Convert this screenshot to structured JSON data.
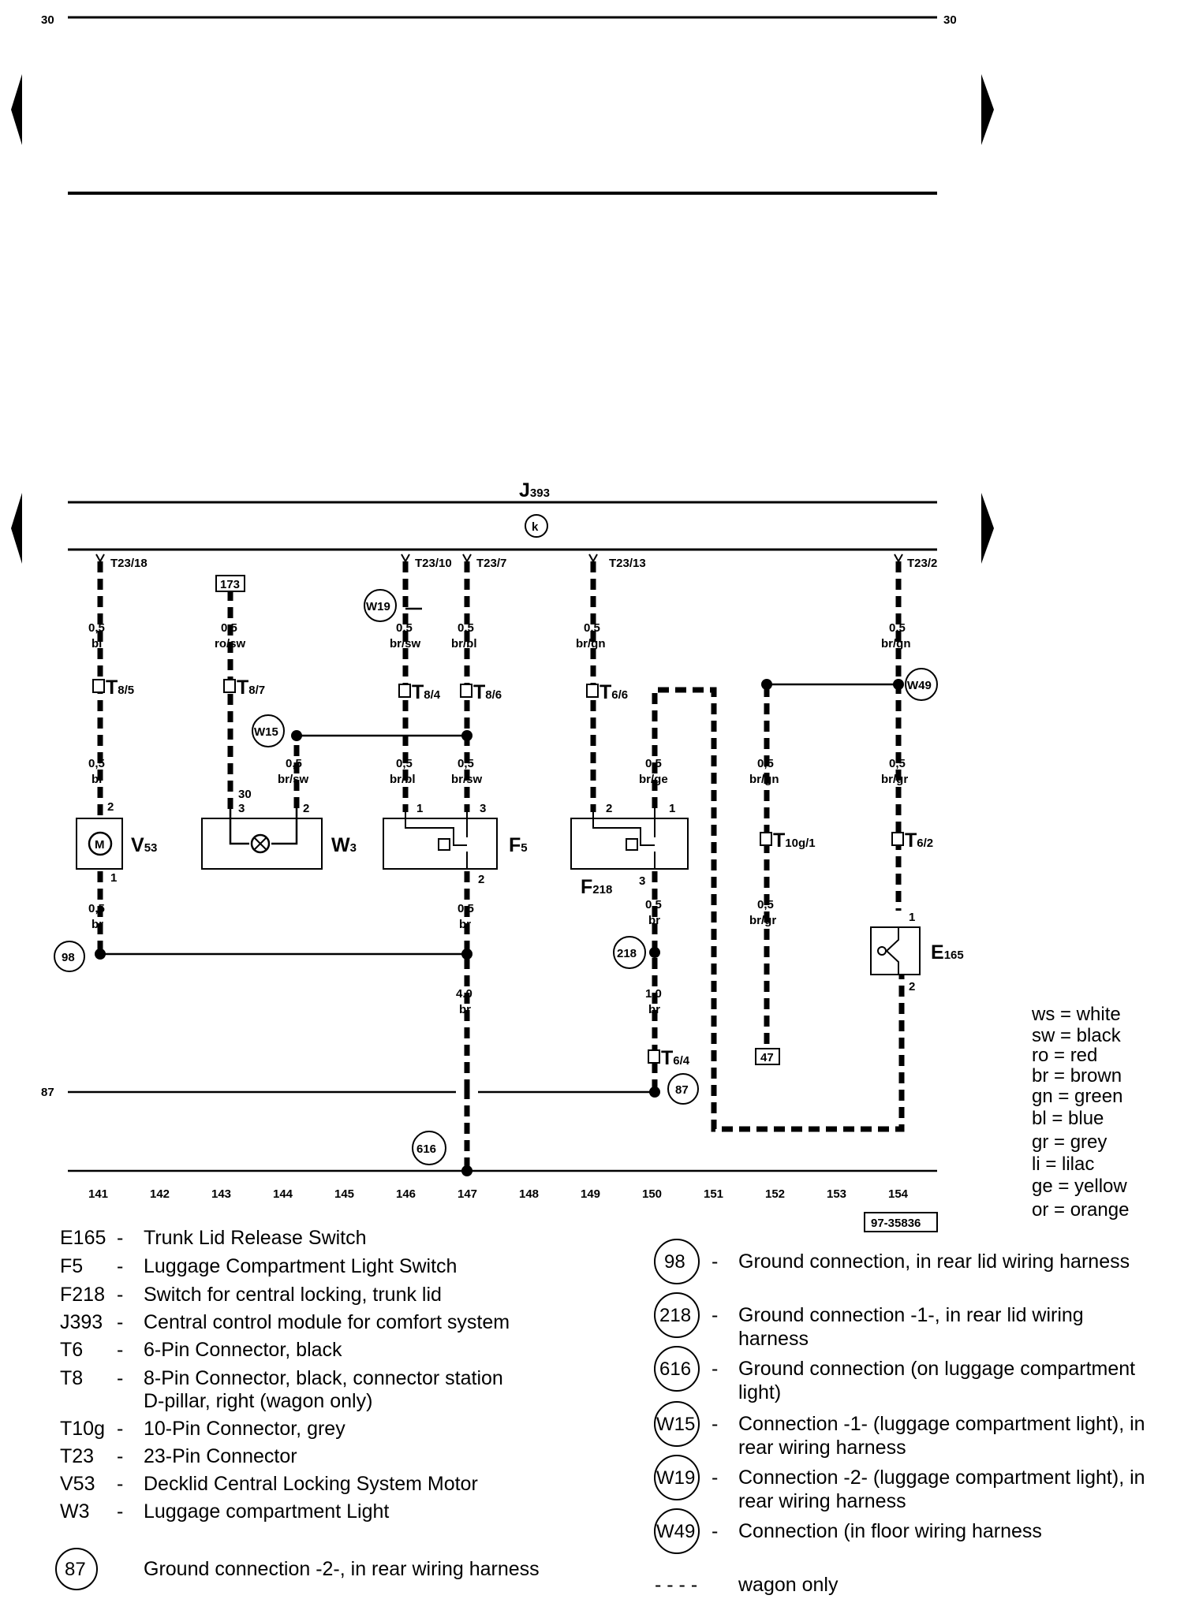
{
  "page": {
    "number_left": "30",
    "number_right": "30",
    "doc_code": "97-35836"
  },
  "module": {
    "name": "J",
    "sub": "393",
    "symbol": "k"
  },
  "circuit": {
    "pins": {
      "c141": "T23/18",
      "c146": "T23/10",
      "c147": "T23/7",
      "c149": "T23/13",
      "c154": "T23/2"
    },
    "top_refs": {
      "r173": "173"
    },
    "wires": {
      "w141a": {
        "gauge": "0,5",
        "color": "bl"
      },
      "w141b": {
        "gauge": "0,5",
        "color": "bl"
      },
      "w141c": {
        "gauge": "0,5",
        "color": "br"
      },
      "w143a": {
        "gauge": "0,5",
        "color": "ro/sw"
      },
      "w144b": {
        "gauge": "0,5",
        "color": "br/sw"
      },
      "w146a": {
        "gauge": "0,5",
        "color": "br/sw"
      },
      "w146b": {
        "gauge": "0,5",
        "color": "br/bl"
      },
      "w147a": {
        "gauge": "0,5",
        "color": "br/bl"
      },
      "w147b": {
        "gauge": "0,5",
        "color": "br/sw"
      },
      "w147c": {
        "gauge": "0,5",
        "color": "br"
      },
      "w147d": {
        "gauge": "4.0",
        "color": "br"
      },
      "w149a": {
        "gauge": "0,5",
        "color": "br/gn"
      },
      "w150b": {
        "gauge": "0,5",
        "color": "br/ge"
      },
      "w150c": {
        "gauge": "0,5",
        "color": "br"
      },
      "w150d": {
        "gauge": "1,0",
        "color": "br"
      },
      "w152b": {
        "gauge": "0,5",
        "color": "br/gn"
      },
      "w152c": {
        "gauge": "0,5",
        "color": "br/gr"
      },
      "w154a": {
        "gauge": "0,5",
        "color": "br/gn"
      },
      "w154b": {
        "gauge": "0,5",
        "color": "br/gr"
      }
    },
    "connectors": {
      "k1": {
        "main": "T",
        "sub": "8/5"
      },
      "k2": {
        "main": "T",
        "sub": "8/7"
      },
      "k3": {
        "main": "T",
        "sub": "8/4"
      },
      "k4": {
        "main": "T",
        "sub": "8/6"
      },
      "k5": {
        "main": "T",
        "sub": "6/6"
      },
      "k6": {
        "main": "T",
        "sub": "10g/1"
      },
      "k7": {
        "main": "T",
        "sub": "6/2"
      },
      "k8": {
        "main": "T",
        "sub": "6/4"
      }
    },
    "components": {
      "v53": {
        "main": "V",
        "sub": "53",
        "glyph": "M"
      },
      "w3": {
        "main": "W",
        "sub": "3"
      },
      "f5": {
        "main": "F",
        "sub": "5"
      },
      "f218": {
        "main": "F",
        "sub": "218"
      },
      "e165": {
        "main": "E",
        "sub": "165"
      }
    },
    "pin_numbers": {
      "v53_2": "2",
      "v53_1": "1",
      "w3_30": "30",
      "w3_3": "3",
      "w3_2": "2",
      "f5_1": "1",
      "f5_3": "3",
      "f5_2": "2",
      "f218_2": "2",
      "f218_1": "1",
      "f218_3": "3",
      "e165_1": "1",
      "e165_2": "2"
    },
    "grounds": {
      "g98": "98",
      "g218": "218",
      "g87": "87",
      "g616": "616",
      "gw15": "W15",
      "gw19": "W19",
      "gw49": "W49"
    },
    "bottom_refs": {
      "r47": "47"
    },
    "line_87": "87",
    "column_numbers": [
      "141",
      "142",
      "143",
      "144",
      "145",
      "146",
      "147",
      "148",
      "149",
      "150",
      "151",
      "152",
      "153",
      "154"
    ]
  },
  "color_codes": [
    "ws = white",
    "sw = black",
    "ro  = red",
    "br  = brown",
    "gn  = green",
    "bl  = blue",
    "gr  = grey",
    "li   = lilac",
    "ge  = yellow",
    "or  = orange"
  ],
  "legend_left": [
    {
      "code": "E165",
      "desc": "Trunk Lid Release Switch"
    },
    {
      "code": "F5",
      "desc": "Luggage Compartment Light Switch"
    },
    {
      "code": "F218",
      "desc": "Switch for central locking, trunk lid"
    },
    {
      "code": "J393",
      "desc": "Central control module for comfort system"
    },
    {
      "code": "T6",
      "desc": "6-Pin Connector, black"
    },
    {
      "code": "T8",
      "desc": "8-Pin Connector, black, connector station",
      "desc2": "D-pillar, right (wagon only)"
    },
    {
      "code": "T10g",
      "desc": "10-Pin Connector, grey"
    },
    {
      "code": "T23",
      "desc": "23-Pin Connector"
    },
    {
      "code": "V53",
      "desc": "Decklid Central Locking System Motor"
    },
    {
      "code": "W3",
      "desc": "Luggage compartment Light"
    }
  ],
  "legend_87": {
    "code": "87",
    "desc": "Ground connection -2-, in rear wiring harness"
  },
  "legend_right": [
    {
      "code": "98",
      "desc": "Ground connection, in rear lid wiring harness"
    },
    {
      "code": "218",
      "desc": "Ground connection -1-, in rear lid wiring",
      "desc2": "harness"
    },
    {
      "code": "616",
      "desc": "Ground connection (on luggage compartment",
      "desc2": "light)"
    },
    {
      "code": "W15",
      "desc": "Connection -1- (luggage compartment light), in",
      "desc2": "rear wiring harness"
    },
    {
      "code": "W19",
      "desc": "Connection -2- (luggage compartment light), in",
      "desc2": "rear wiring harness"
    },
    {
      "code": "W49",
      "desc": "Connection (in floor wiring harness"
    }
  ],
  "wagon_note": {
    "symbol": "- - -  -",
    "desc": "wagon only"
  }
}
